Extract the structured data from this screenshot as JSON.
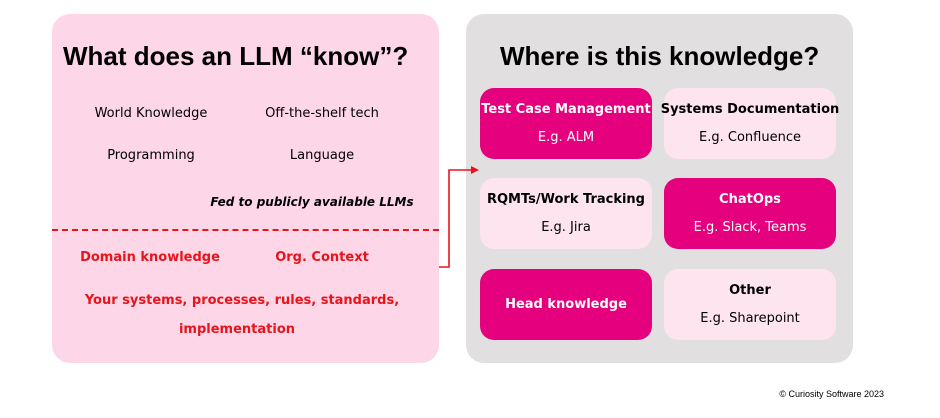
{
  "left": {
    "title": "What does an LLM “know”?",
    "items": [
      "World Knowledge",
      "Off-the-shelf tech",
      "Programming",
      "Language"
    ],
    "public_note": "Fed to publicly  available LLMs",
    "red_items": [
      "Domain knowledge",
      "Org. Context"
    ],
    "red_line1": "Your systems, processes, rules, standards,",
    "red_line2": "implementation"
  },
  "right": {
    "title": "Where is this knowledge?",
    "boxes": [
      {
        "title": "Test Case Management",
        "sub": "E.g. ALM"
      },
      {
        "title": "Systems Documentation",
        "sub": "E.g. Confluence"
      },
      {
        "title": "RQMTs/Work Tracking",
        "sub": "E.g. Jira"
      },
      {
        "title": "ChatOps",
        "sub": "E.g. Slack, Teams"
      },
      {
        "title": "Head knowledge",
        "sub": ""
      },
      {
        "title": "Other",
        "sub": "E.g. Sharepoint"
      }
    ]
  },
  "colors": {
    "magenta": "#e5007d",
    "light_pink": "#fde4ef",
    "left_bg": "#fdd6e8",
    "right_bg": "#e1dfdf",
    "red": "#e8141b"
  },
  "copyright": "© Curiosity Software 2023"
}
